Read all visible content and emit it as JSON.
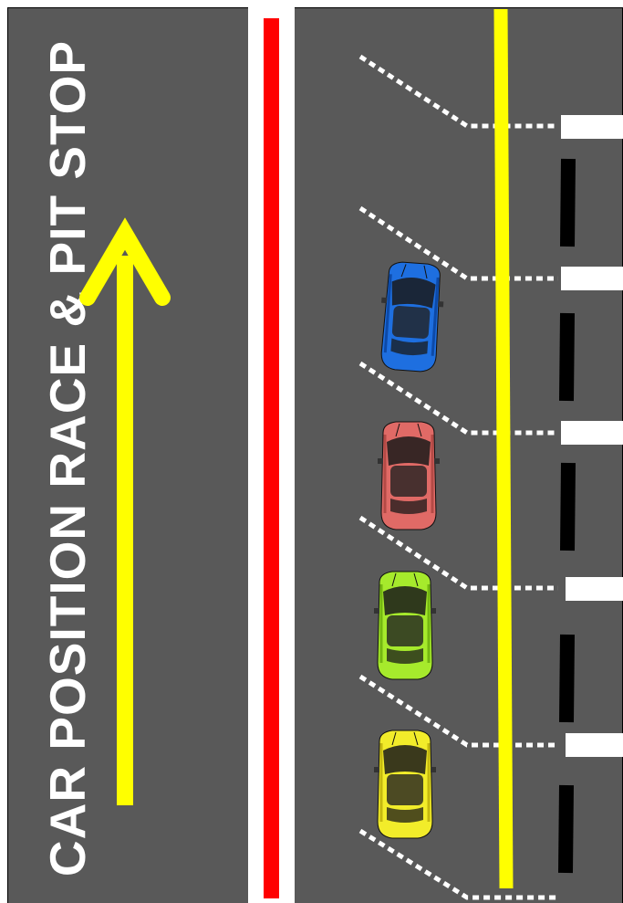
{
  "title": "CAR POSITION RACE & PIT STOP",
  "colors": {
    "asphalt": "#595959",
    "title": "#ffffff",
    "arrow": "#ffff00",
    "barrier": "#ff0000",
    "lane_line": "#ffff00",
    "pit_marking": "#ffffff",
    "divider": "#000000"
  },
  "direction_arrow": "up-arrow",
  "cars": [
    {
      "name": "blue-car",
      "color": "#1e6fe0",
      "dark": "#0d4aa8"
    },
    {
      "name": "red-car",
      "color": "#e06a66",
      "dark": "#b44a46"
    },
    {
      "name": "green-car",
      "color": "#a6ea2c",
      "dark": "#74b612"
    },
    {
      "name": "yellow-car",
      "color": "#f2ec2a",
      "dark": "#c4b810"
    }
  ]
}
